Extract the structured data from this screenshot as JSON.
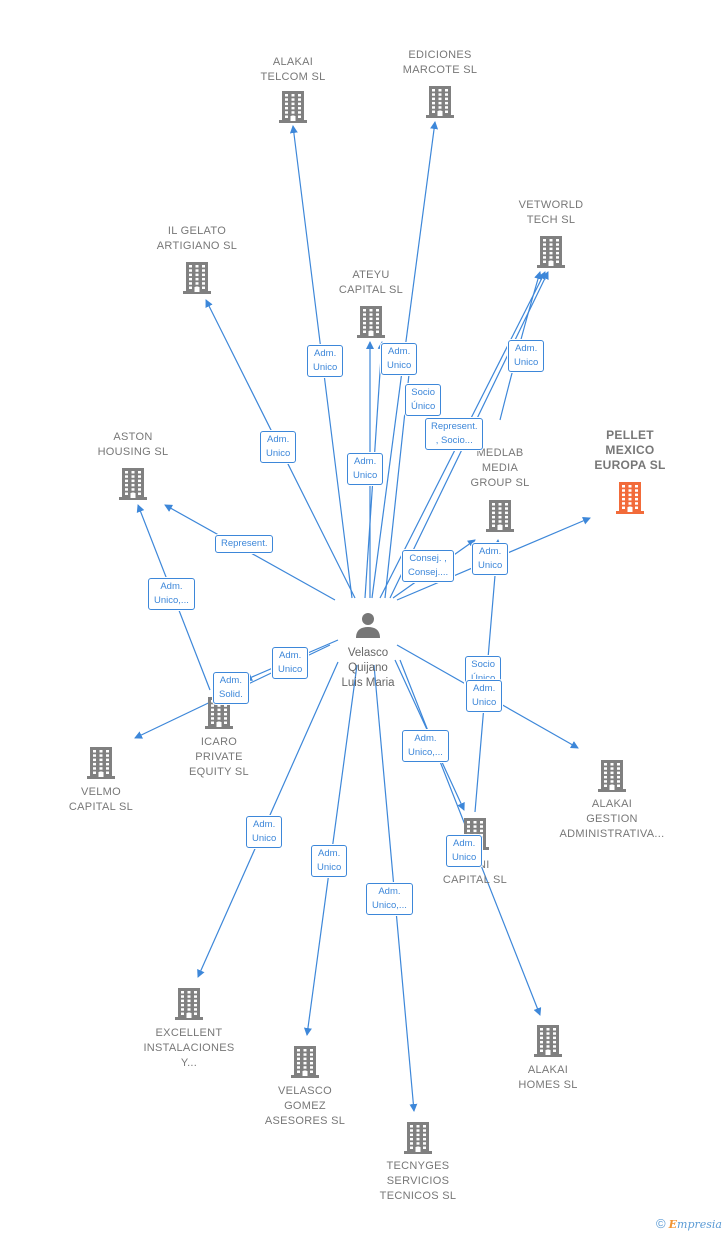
{
  "person": {
    "id": "person",
    "label": "Velasco\nQuijano\nLuis Maria"
  },
  "nodes": [
    {
      "id": "alakai_telcom",
      "label": "ALAKAI\nTELCOM  SL"
    },
    {
      "id": "ediciones_marcote",
      "label": "EDICIONES\nMARCOTE  SL"
    },
    {
      "id": "vetworld_tech",
      "label": "VETWORLD\nTECH  SL"
    },
    {
      "id": "il_gelato",
      "label": "IL GELATO\nARTIGIANO SL"
    },
    {
      "id": "ateyu_capital",
      "label": "ATEYU\nCAPITAL  SL"
    },
    {
      "id": "pellet_mexico",
      "label": "PELLET\nMEXICO\nEUROPA  SL",
      "highlight": true
    },
    {
      "id": "aston_housing",
      "label": "ASTON\nHOUSING  SL"
    },
    {
      "id": "medlab_media",
      "label": "MEDLAB\nMEDIA\nGROUP  SL"
    },
    {
      "id": "icaro_private",
      "label": "ICARO\nPRIVATE\nEQUITY  SL"
    },
    {
      "id": "velmo_capital",
      "label": "VELMO\nCAPITAL  SL"
    },
    {
      "id": "alakai_gestion",
      "label": "ALAKAI\nGESTION\nADMINISTRATIVA..."
    },
    {
      "id": "ani_capital",
      "label": "...ANI\nCAPITAL  SL"
    },
    {
      "id": "excellent",
      "label": "EXCELLENT\nINSTALACIONES\nY..."
    },
    {
      "id": "velasco_gomez",
      "label": "VELASCO\nGOMEZ\nASESORES  SL"
    },
    {
      "id": "alakai_homes",
      "label": "ALAKAI\nHOMES  SL"
    },
    {
      "id": "tecnyges",
      "label": "TECNYGES\nSERVICIOS\nTECNICOS  SL"
    }
  ],
  "edges": [
    {
      "id": "e1",
      "label": "Adm.\nUnico"
    },
    {
      "id": "e2",
      "label": "Adm.\nUnico"
    },
    {
      "id": "e3",
      "label": "Adm.\nUnico"
    },
    {
      "id": "e4",
      "label": "Adm.\nUnico"
    },
    {
      "id": "e5",
      "label": "Adm.\nUnico"
    },
    {
      "id": "e6",
      "label": "Socio\nÚnico"
    },
    {
      "id": "e7",
      "label": "Represent.\n, Socio..."
    },
    {
      "id": "e8",
      "label": "Adm.\nUnico"
    },
    {
      "id": "e9",
      "label": "Represent."
    },
    {
      "id": "e10",
      "label": "Adm.\nUnico,..."
    },
    {
      "id": "e11",
      "label": "Consej. ,\nConsej...."
    },
    {
      "id": "e12",
      "label": "Adm.\nUnico"
    },
    {
      "id": "e13",
      "label": "Adm.\nUnico"
    },
    {
      "id": "e14",
      "label": "Adm.\nSolid."
    },
    {
      "id": "e15",
      "label": "Socio\nÚnico"
    },
    {
      "id": "e16",
      "label": "Adm.\nUnico"
    },
    {
      "id": "e17",
      "label": "Adm.\nUnico,..."
    },
    {
      "id": "e18",
      "label": "Adm.\nUnico"
    },
    {
      "id": "e19",
      "label": "Adm.\nUnico"
    },
    {
      "id": "e20",
      "label": "Adm.\nUnico"
    },
    {
      "id": "e21",
      "label": "Adm.\nUnico,..."
    }
  ],
  "colors": {
    "edge": "#3d87d9",
    "company_icon": "#808080",
    "highlight_icon": "#f26b3a",
    "person_icon": "#777777"
  },
  "footer": {
    "copyright": "©",
    "brand_e": "E",
    "brand_rest": "mpresia"
  }
}
